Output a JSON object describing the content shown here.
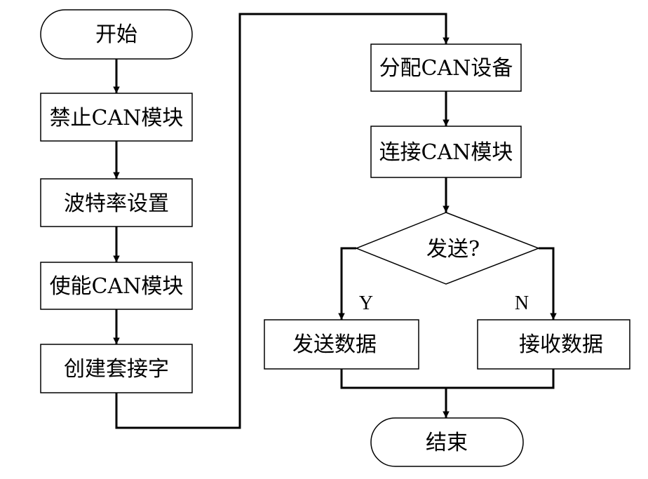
{
  "flowchart": {
    "nodes": {
      "start": "开始",
      "disable": "禁止CAN模块",
      "baud": "波特率设置",
      "enable": "使能CAN模块",
      "socket": "创建套接字",
      "alloc": "分配CAN设备",
      "connect": "连接CAN模块",
      "decision": "发送?",
      "send": "发送数据",
      "receive": "接收数据",
      "end": "结束"
    },
    "branch_labels": {
      "yes": "Y",
      "no": "N"
    }
  }
}
